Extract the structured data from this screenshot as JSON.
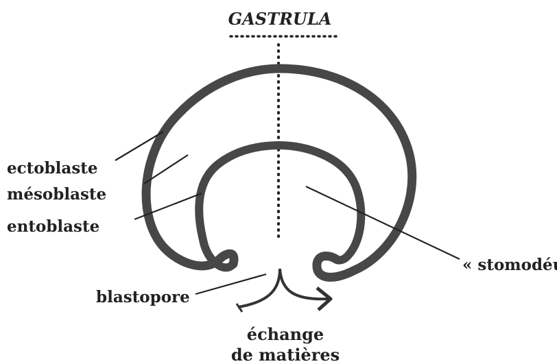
{
  "diagram": {
    "title": "GASTRULA",
    "labels": {
      "ectoblaste": "ectoblaste",
      "mesoblaste": "mésoblaste",
      "entoblaste": "entoblaste",
      "stomodeum": "« stomodéum »",
      "blastopore": "blastopore",
      "exchange_line1": "échange",
      "exchange_line2": "de matières"
    }
  },
  "colors": {
    "ink": "#222222",
    "membrane": "#4a4a4a",
    "background": "#ffffff"
  }
}
